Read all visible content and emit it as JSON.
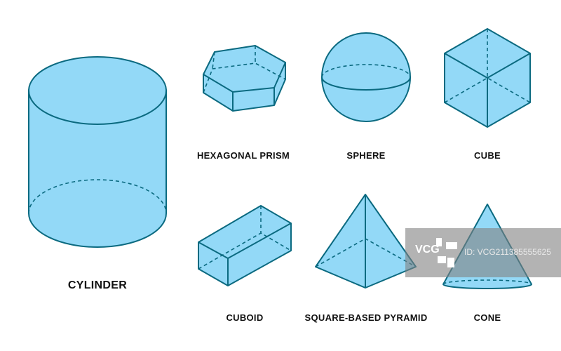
{
  "labels": {
    "cylinder": "CYLINDER",
    "hexagonal_prism": "HEXAGONAL PRISM",
    "sphere": "SPHERE",
    "cube": "CUBE",
    "cuboid": "CUBOID",
    "pyramid": "SQUARE-BASED PYRAMID",
    "cone": "CONE"
  },
  "watermark": {
    "logo": "VCG",
    "id": "ID: VCG211385555625"
  },
  "colors": {
    "fill": "#93d9f7",
    "stroke": "#0b6a80"
  }
}
